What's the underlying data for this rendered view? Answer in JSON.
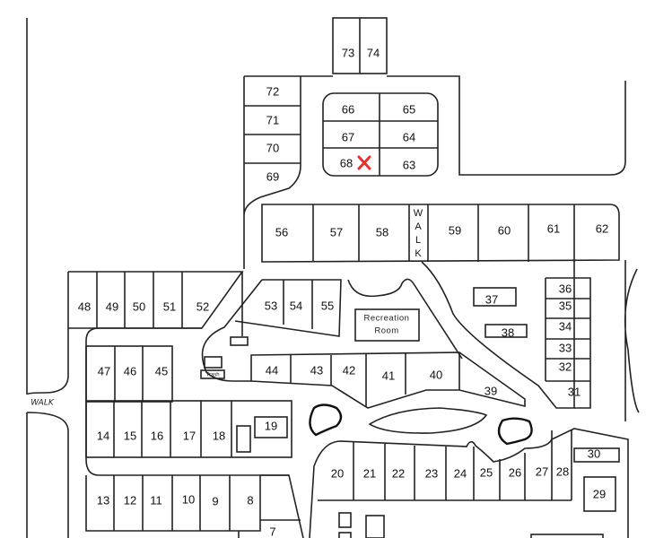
{
  "map": {
    "lots": [
      "73",
      "74",
      "72",
      "71",
      "70",
      "69",
      "66",
      "65",
      "67",
      "64",
      "68",
      "63",
      "56",
      "57",
      "58",
      "59",
      "60",
      "61",
      "62",
      "48",
      "49",
      "50",
      "51",
      "52",
      "53",
      "54",
      "55",
      "37",
      "38",
      "36",
      "35",
      "34",
      "33",
      "32",
      "31",
      "47",
      "46",
      "45",
      "44",
      "43",
      "42",
      "41",
      "40",
      "39",
      "14",
      "15",
      "16",
      "17",
      "18",
      "19",
      "20",
      "21",
      "22",
      "23",
      "24",
      "25",
      "26",
      "27",
      "28",
      "30",
      "29",
      "13",
      "12",
      "11",
      "10",
      "9",
      "8",
      "7"
    ],
    "recreation_room": [
      "Recreation",
      "Room"
    ],
    "walk_left": "WALK",
    "walk_vertical": [
      "W",
      "A",
      "L",
      "K"
    ],
    "trash": "Trash",
    "marker": {
      "lot": "68",
      "icon": "x-mark-icon",
      "color": "#e8312a"
    }
  }
}
